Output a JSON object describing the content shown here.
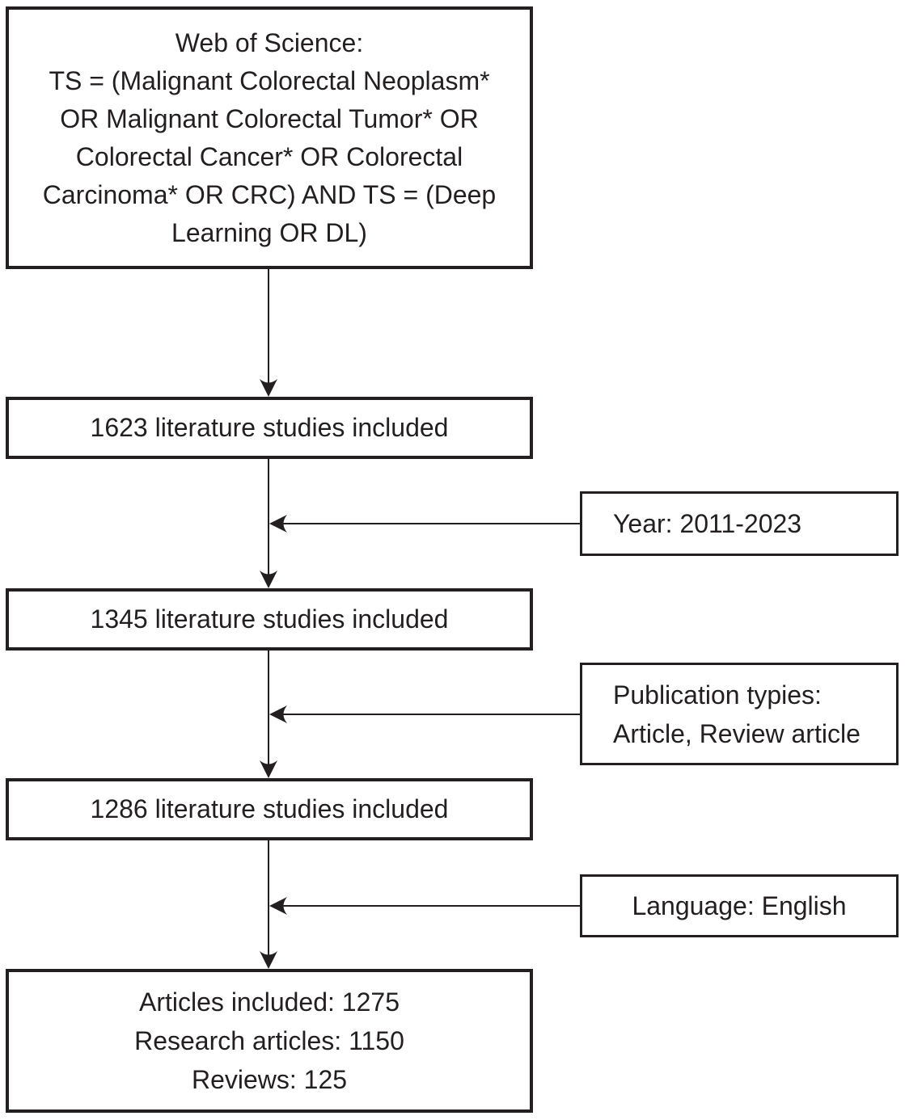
{
  "diagram": {
    "type": "flowchart",
    "colors": {
      "ink": "#231f20",
      "background": "#ffffff"
    },
    "nodes": {
      "search_query": {
        "lines": [
          "Web of Science:",
          "TS = (Malignant Colorectal Neoplasm*",
          "OR Malignant Colorectal Tumor* OR",
          "Colorectal Cancer* OR Colorectal",
          "Carcinoma* OR CRC) AND TS = (Deep",
          "Learning OR DL)"
        ]
      },
      "stage_1": {
        "label": "1623 literature studies included"
      },
      "stage_2": {
        "label": "1345 literature studies included"
      },
      "stage_3": {
        "label": "1286 literature studies included"
      },
      "final": {
        "lines": [
          "Articles included: 1275",
          "Research articles: 1150",
          "Reviews: 125"
        ]
      },
      "filter_year": {
        "label": "Year: 2011-2023"
      },
      "filter_publication": {
        "lines": [
          "Publication typies:",
          "Article, Review article"
        ]
      },
      "filter_language": {
        "label": "Language: English"
      }
    }
  }
}
